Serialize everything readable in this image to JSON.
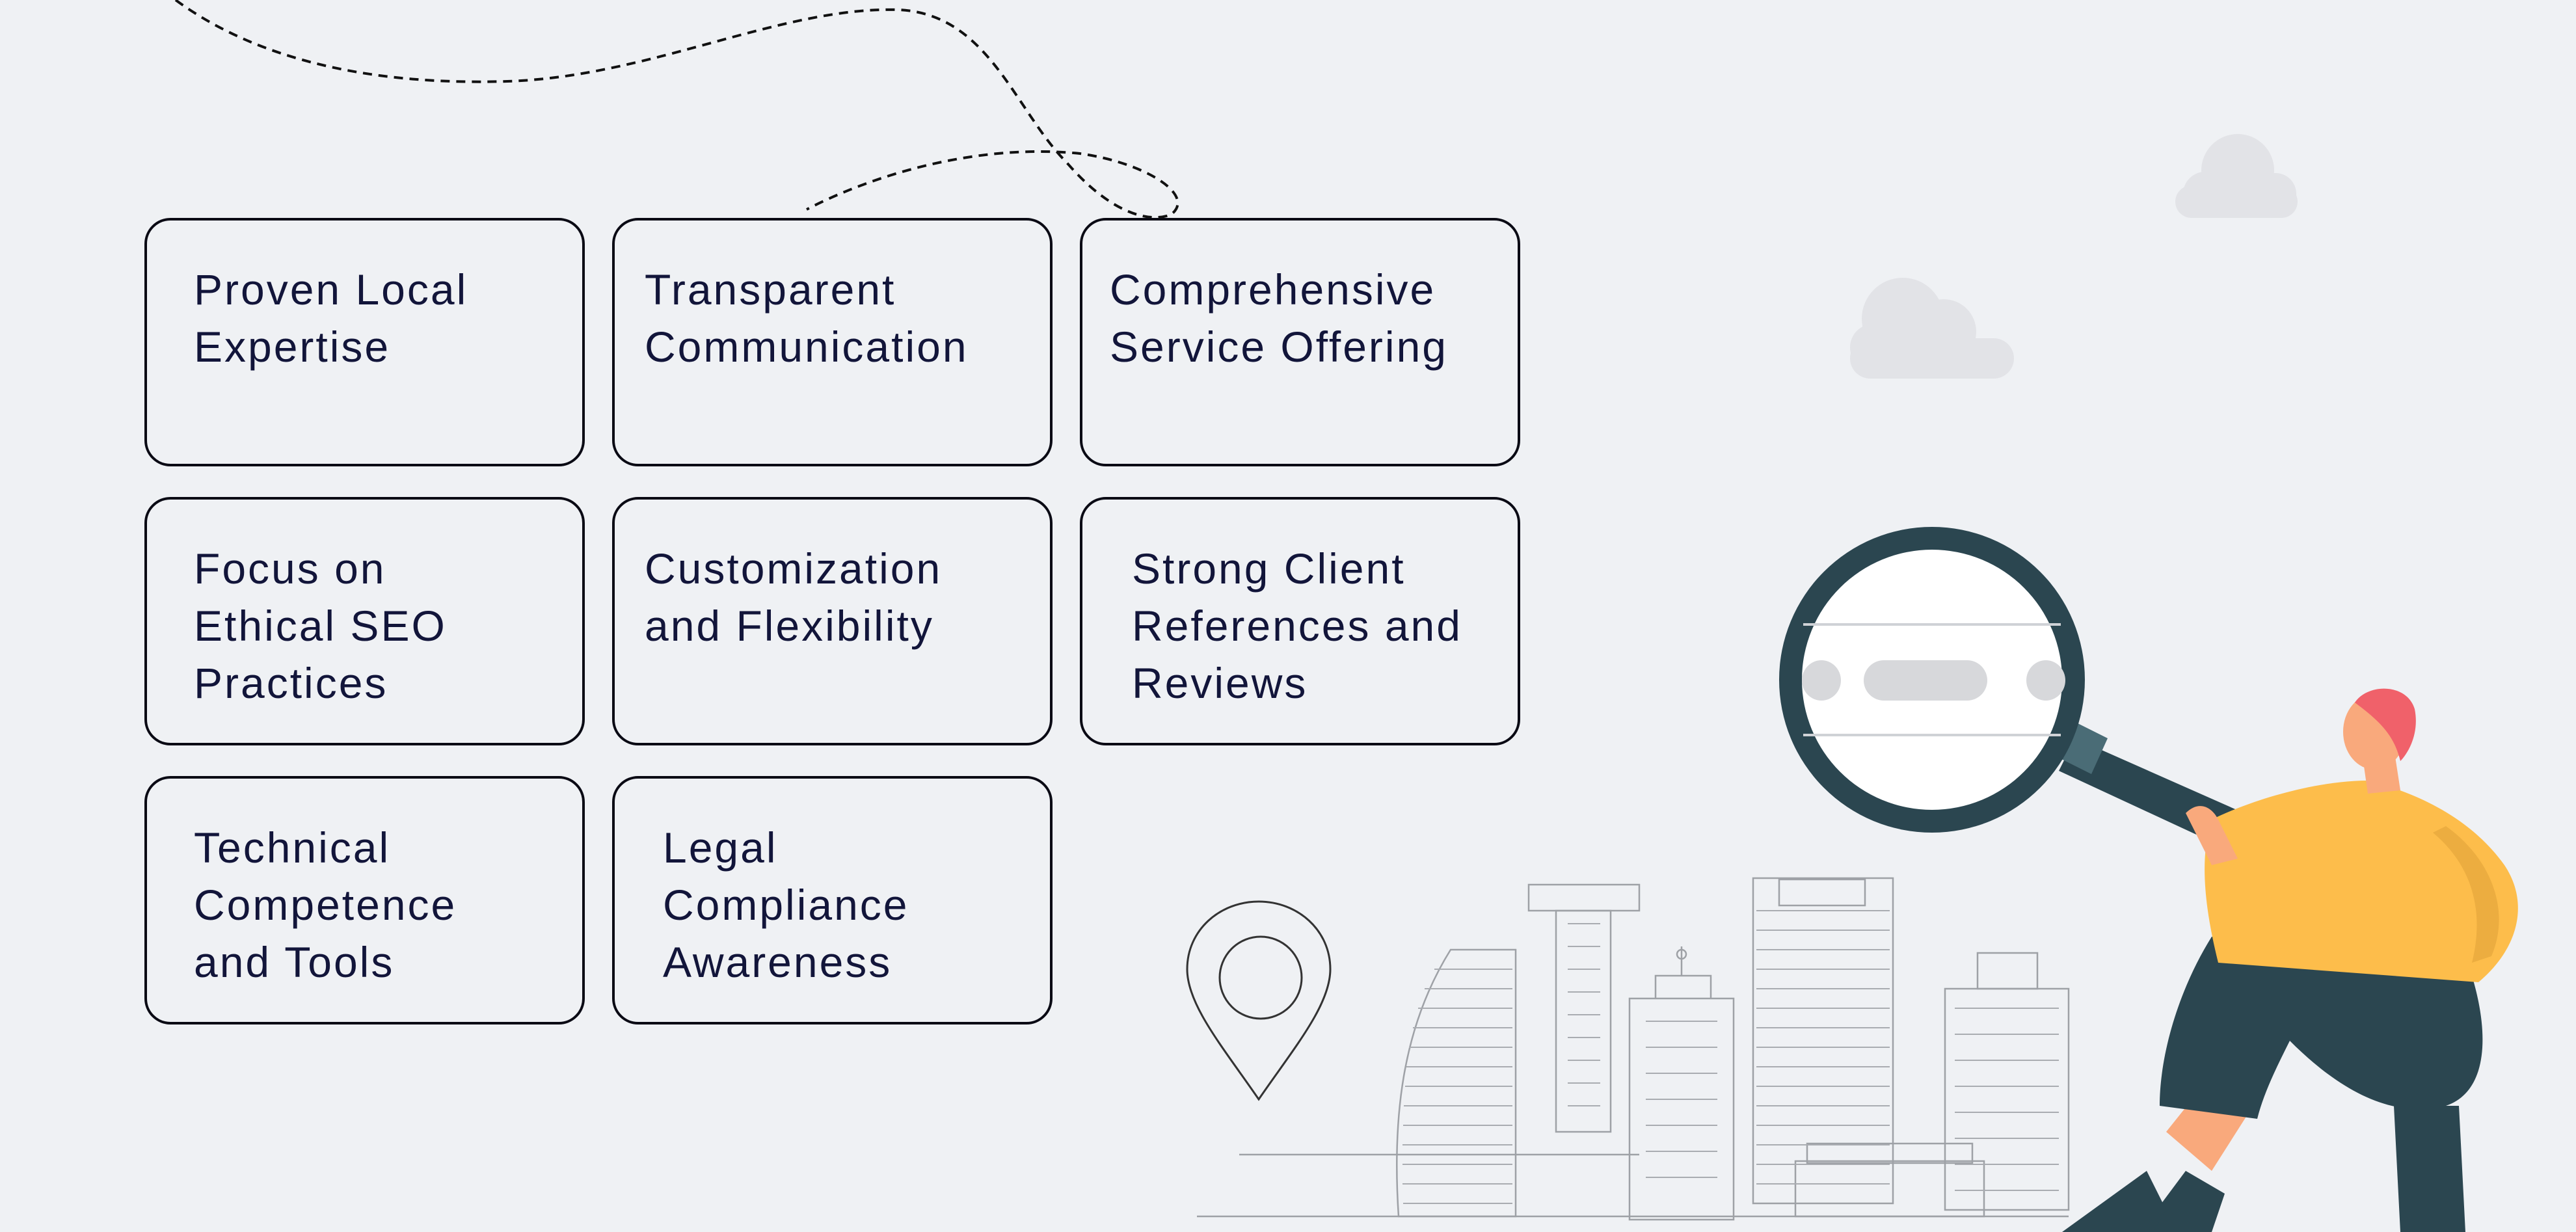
{
  "colors": {
    "background": "#eff1f4",
    "card_border": "#0a0a14",
    "card_text": "#12153a",
    "lens_ring": "#2b4650",
    "shirt": "#fdbd4b",
    "pants": "#2b4650",
    "hair": "#f0616a",
    "skin": "#f9a97c"
  },
  "cards": [
    {
      "text": "Proven Local\nExpertise"
    },
    {
      "text": "Transparent\nCommunication"
    },
    {
      "text": "Comprehensive\nService Offering"
    },
    {
      "text": "Focus on\nEthical SEO\nPractices"
    },
    {
      "text": "Customization\nand Flexibility"
    },
    {
      "text": "Strong Client\nReferences and\nReviews"
    },
    {
      "text": "Technical\nCompetence\nand Tools"
    },
    {
      "text": "Legal\nCompliance\nAwareness"
    }
  ],
  "illustration": {
    "icons": [
      "dashed-flight-path",
      "cloud-icon",
      "cloud-icon",
      "location-pin-icon",
      "city-skyline",
      "magnifying-glass-icon",
      "person-figure"
    ]
  }
}
